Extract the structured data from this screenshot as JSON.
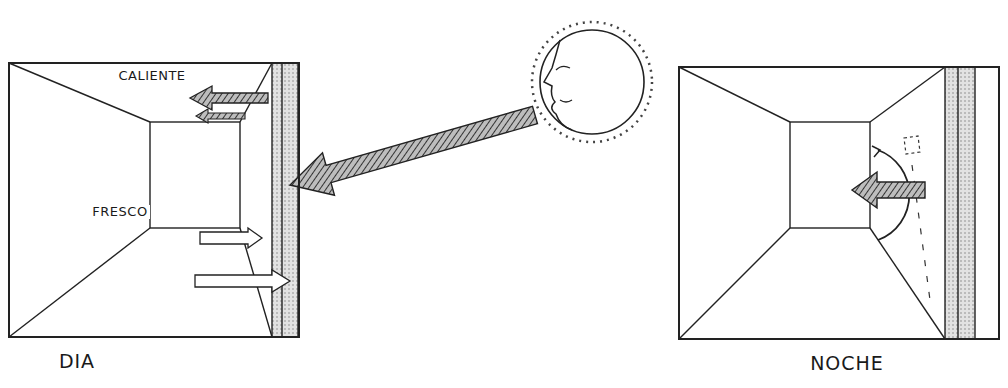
{
  "diagram": {
    "nodes": [
      {
        "text": [
          "CALIENTE",
          "FRESCO",
          "DIA"
        ]
      },
      {
        "text": [
          "NOCHE"
        ]
      }
    ]
  }
}
